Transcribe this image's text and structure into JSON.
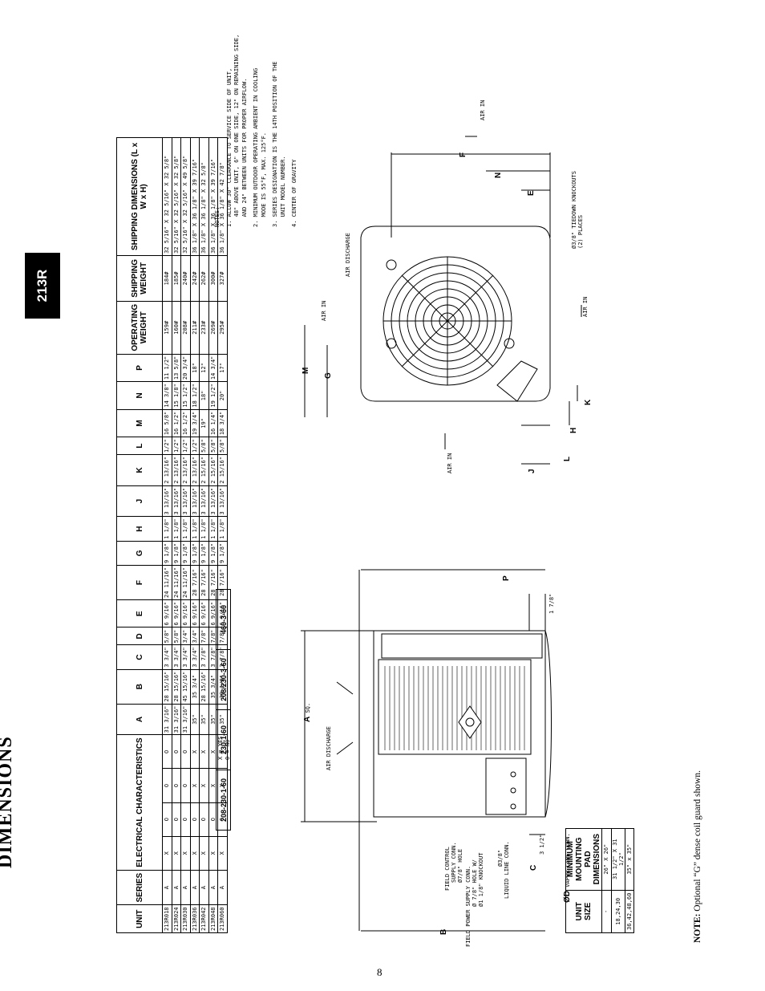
{
  "section_tab": "213R",
  "page_title": "DIMENSIONS",
  "page_number": "8",
  "note": {
    "label": "NOTE:",
    "text": "Optional “G” dense coil guard shown."
  },
  "dim_table": {
    "headers": [
      "UNIT",
      "SERIES",
      "ELECTRICAL CHARACTERISTICS",
      "A",
      "B",
      "C",
      "D",
      "E",
      "F",
      "G",
      "H",
      "J",
      "K",
      "L",
      "M",
      "N",
      "P",
      "OPERATING WEIGHT",
      "SHIPPING WEIGHT",
      "SHIPPING DIMENSIONS (L x W x H)"
    ],
    "rows": [
      [
        "213R018",
        "A",
        "X",
        "O",
        "O",
        "O",
        "31 3/16\"",
        "28 15/16\"",
        "3 3/4\"",
        "5/8\"",
        "6 9/16\"",
        "24 11/16\"",
        "9 1/8\"",
        "1 1/8\"",
        "3 13/16\"",
        "2 13/16\"",
        "1/2\"",
        "16 5/8\"",
        "14 3/8\"",
        "11 1/2\"",
        "159#",
        "184#",
        "32 5/16\" X 32 5/16\" X 32 5/8\""
      ],
      [
        "213R024",
        "A",
        "X",
        "O",
        "O",
        "O",
        "31 3/16\"",
        "28 15/16\"",
        "3 3/4\"",
        "5/8\"",
        "6 9/16\"",
        "24 11/16\"",
        "9 1/8\"",
        "1 1/8\"",
        "3 13/16\"",
        "2 13/16\"",
        "1/2\"",
        "16 1/2\"",
        "15 1/8\"",
        "13 5/8\"",
        "160#",
        "185#",
        "32 5/16\" X 32 5/16\" X 32 5/8\""
      ],
      [
        "213R030",
        "A",
        "X",
        "O",
        "O",
        "O",
        "31 3/16\"",
        "45 15/16\"",
        "3 3/4\"",
        "3/4\"",
        "6 9/16\"",
        "24 11/16\"",
        "9 1/8\"",
        "1 1/8\"",
        "3 13/16\"",
        "2 13/16\"",
        "1/2\"",
        "16 1/2\"",
        "15 1/2\"",
        "20 3/4\"",
        "208#",
        "240#",
        "32 5/16\" X 32 5/16\" X 49 5/8\""
      ],
      [
        "213R036",
        "A",
        "X",
        "O",
        "X",
        "X",
        "35\"",
        "35 3/4\"",
        "3 3/4\"",
        "3/4\"",
        "6 9/16\"",
        "28 7/16\"",
        "9 1/8\"",
        "1 1/8\"",
        "3 13/16\"",
        "2 13/16\"",
        "1/2\"",
        "19 3/4\"",
        "18 1/2\"",
        "18\"",
        "211#",
        "242#",
        "36 1/8\" X 36 1/8\" X 39 7/16\""
      ],
      [
        "213R042",
        "A",
        "X",
        "O",
        "X",
        "X",
        "35\"",
        "28 15/16\"",
        "3 7/8\"",
        "7/8\"",
        "6 9/16\"",
        "28 7/16\"",
        "9 1/8\"",
        "1 1/8\"",
        "3 13/16\"",
        "2 15/16\"",
        "5/8\"",
        "19\"",
        "18\"",
        "12\"",
        "233#",
        "262#",
        "36 1/8\" X 36 1/8\" X 32 5/8\""
      ],
      [
        "213R048",
        "A",
        "X",
        "O",
        "X",
        "X",
        "35\"",
        "35 3/4\"",
        "3 7/8\"",
        "7/8\"",
        "6 9/16\"",
        "28 7/16\"",
        "9 1/8\"",
        "1 1/8\"",
        "3 13/16\"",
        "2 15/16\"",
        "5/8\"",
        "16 1/4\"",
        "19 1/2\"",
        "14 3/4\"",
        "269#",
        "300#",
        "36 1/8\" X 36 1/8\" X 39 7/16\""
      ],
      [
        "213R060",
        "A",
        "X",
        "O",
        "X",
        "X",
        "35\"",
        "39 1/8\"",
        "3 7/8\"",
        "7/8\"",
        "6 9/16\"",
        "28 7/16\"",
        "9 1/8\"",
        "1 1/8\"",
        "3 13/16\"",
        "2 15/16\"",
        "5/8\"",
        "18 3/4\"",
        "20\"",
        "17\"",
        "295#",
        "327#",
        "36 1/8\" X 36 1/8\" X 42 7/8\""
      ]
    ]
  },
  "electrical_options": [
    "208-230-1-60",
    "230-1-60",
    "208/230-3-60",
    "460-3-60"
  ],
  "legend": [
    "X = YES",
    "O = NO"
  ],
  "pad_table": {
    "headers": [
      "UNIT SIZE",
      "MINIMUM MOUNTING PAD DIMENSIONS"
    ],
    "rows": [
      [
        "-",
        "26\" X 26\""
      ],
      [
        "18,24,30",
        "31 1/2\" X 31 1/2\""
      ],
      [
        "36,42,48,60",
        "35\" x 35\""
      ]
    ]
  },
  "notes": {
    "heading": "NOTES:",
    "items": [
      [
        "1. ALLOW 30\" CLEARANCE TO SERVICE SIDE OF UNIT,",
        "   48\" ABOVE UNIT, 6\" ON ONE SIDE, 12\" ON REMAINING SIDE,",
        "   AND 24\" BETWEEN UNITS FOR PROPER AIRFLOW."
      ],
      [
        "2. MINIMUM OUTDOOR OPERATING AMBIENT IN COOLING",
        "   MODE IS 55°F, MAX. 125°F."
      ],
      [
        "3. SERIES DESIGNATION IS THE 14TH POSITION OF THE",
        "   UNIT MODEL NUMBER."
      ],
      [
        "4. CENTER OF GRAVITY"
      ]
    ]
  },
  "drawing_labels": {
    "air_discharge": "AIR DISCHARGE",
    "air_discharge_top": "AIR DISCHARGE",
    "air_in": "AIR IN",
    "a_sq": "SQ.",
    "field_control": [
      "FIELD CONTROL",
      "SUPPLY CONN.",
      "Ø7/8\" HOLE"
    ],
    "field_power": [
      "FIELD POWER SUPPLY CONN.",
      "Ø 7/8\" HOLE W/",
      "Ø1 1/8\" KNOCKOUT"
    ],
    "liquid_line": [
      "Ø3/8\"",
      "LIQUID LINE CONN."
    ],
    "vapor_line": "VAPOR LINE CONN.",
    "tiedown": [
      "Ø3/8\" TIEDOWN KNOCKOUTS",
      "(2) PLACES"
    ],
    "c_dim": "3 1/2\"",
    "p_dim": "1 7/8\""
  },
  "dim_letters": {
    "A": "A",
    "B": "B",
    "C": "C",
    "D": "ØD",
    "E": "E",
    "F": "F",
    "G": "G",
    "H": "H",
    "J": "J",
    "K": "K",
    "L": "L",
    "M": "M",
    "N": "N",
    "P": "P"
  }
}
